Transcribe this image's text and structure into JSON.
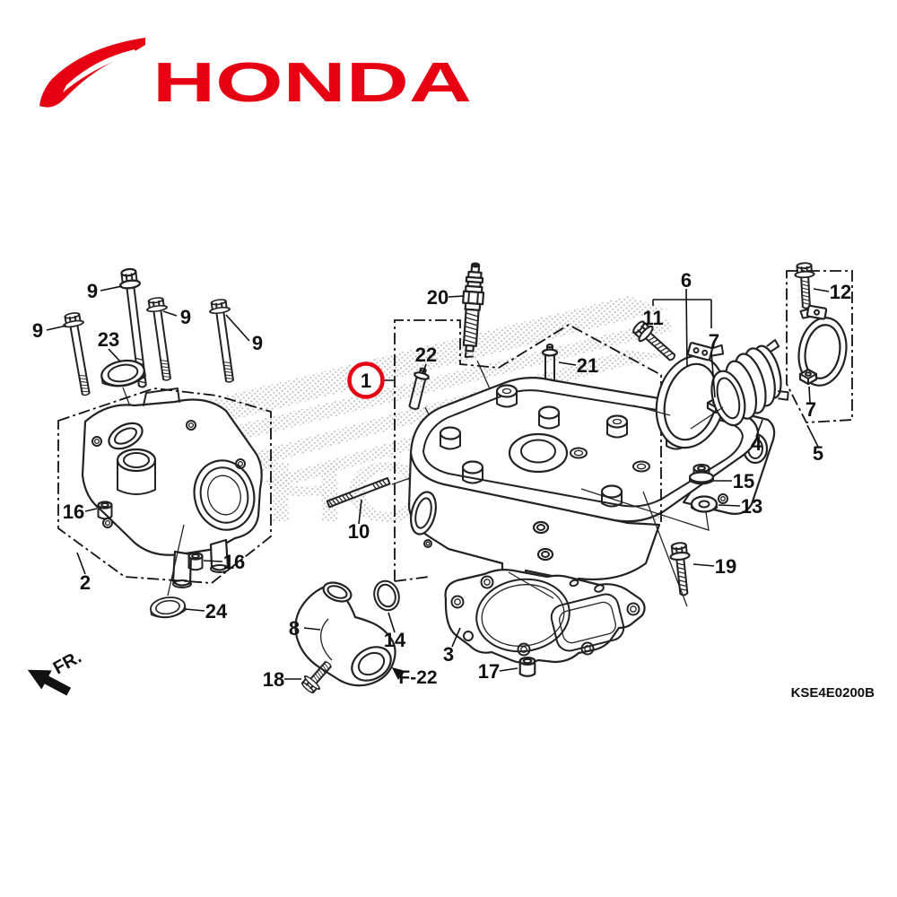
{
  "logo": {
    "text": "HONDA",
    "color": "#e60012"
  },
  "watermark": {
    "text": "HONDA",
    "dot_color": "#c4c4c4"
  },
  "drawing": {
    "code": "KSE4E0200B",
    "direction_label": "FR.",
    "crossref_label": "F-22",
    "highlight_color": "#e60012"
  },
  "callouts": {
    "c1": "1",
    "c2": "2",
    "c3": "3",
    "c4": "4",
    "c5": "5",
    "c6": "6",
    "c7a": "7",
    "c7b": "7",
    "c8": "8",
    "c9a": "9",
    "c9b": "9",
    "c9c": "9",
    "c9d": "9",
    "c10": "10",
    "c11": "11",
    "c12": "12",
    "c13": "13",
    "c14": "14",
    "c15": "15",
    "c16a": "16",
    "c16b": "16",
    "c17": "17",
    "c18": "18",
    "c19": "19",
    "c20": "20",
    "c21": "21",
    "c22": "22",
    "c23": "23",
    "c24": "24"
  }
}
